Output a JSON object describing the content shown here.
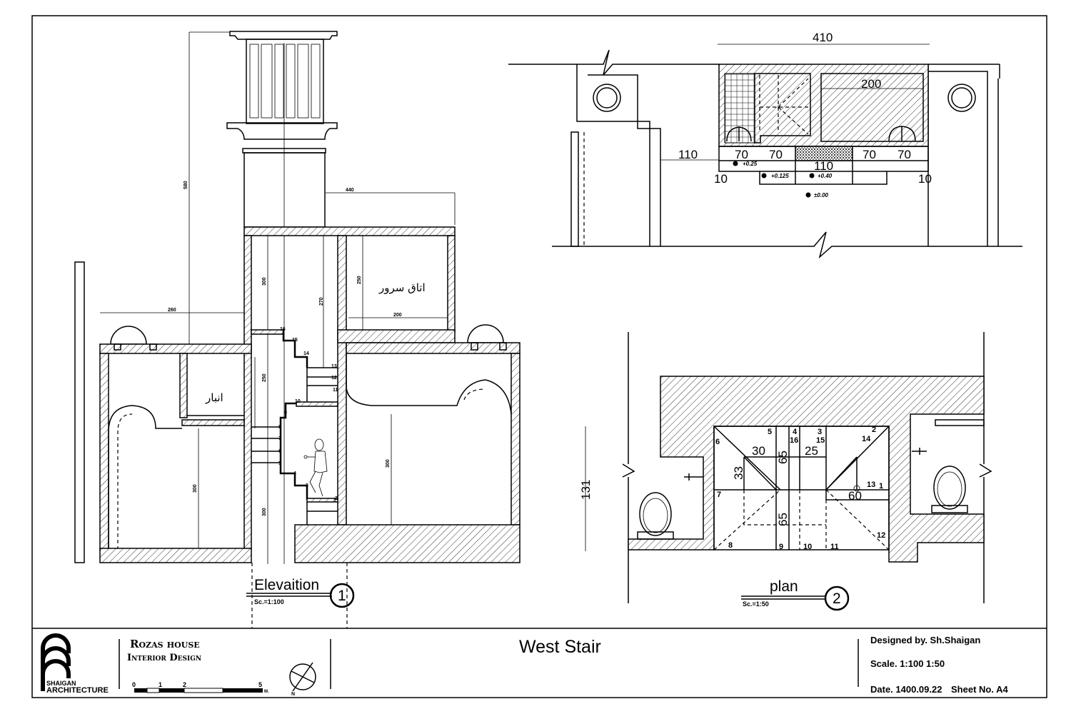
{
  "sheet": {
    "title": "West Stair",
    "project": "Rozas house",
    "subtitle": "Interior Design",
    "logo_text": [
      "SHAIGAN",
      "ARCHITECTURE"
    ],
    "designed_by": "Designed by.  Sh.Shaigan",
    "scale": "Scale. 1:100  1:50",
    "date": "Date. 1400.09.22",
    "sheet_no": "Sheet No. A4",
    "scale_bar": [
      "0",
      "1",
      "2",
      "5",
      "M."
    ],
    "north_label": "N"
  },
  "elevation": {
    "label": "Elevaition",
    "scale": "Sc.=1:100",
    "number": "1",
    "room_upper": "اتاق سرور",
    "room_storage": "انبار",
    "stair_numbers": [
      "1",
      "2",
      "3",
      "4",
      "5",
      "6",
      "7",
      "8",
      "9",
      "10",
      "11",
      "12",
      "13",
      "14",
      "15",
      "16"
    ]
  },
  "plan_top": {
    "dims": [
      "410",
      "200",
      "110",
      "70",
      "70",
      "70",
      "70",
      "110",
      "10",
      "10"
    ],
    "levels": [
      "+0.25",
      "+0.125",
      "+0.40",
      "±0.00"
    ]
  },
  "plan": {
    "label": "plan",
    "scale": "Sc.=1:50",
    "number": "2",
    "dims": [
      "131",
      "30",
      "25",
      "33",
      "65",
      "65",
      "60"
    ],
    "stair_numbers": [
      "1",
      "2",
      "3",
      "4",
      "5",
      "6",
      "7",
      "8",
      "9",
      "10",
      "11",
      "12",
      "13",
      "14",
      "15",
      "16"
    ]
  }
}
